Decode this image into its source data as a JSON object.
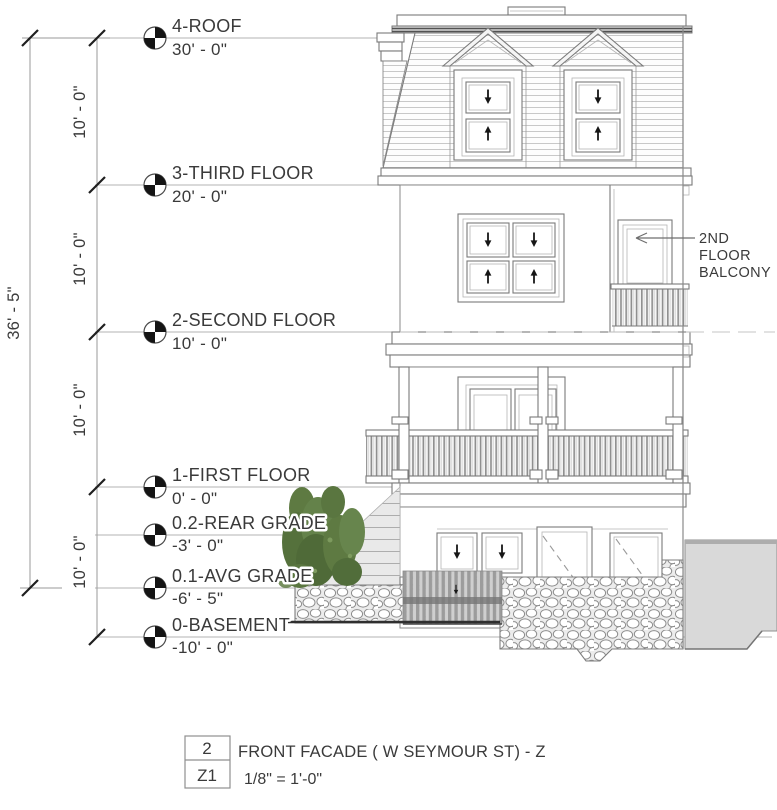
{
  "drawing": {
    "levels": [
      {
        "name": "4-ROOF",
        "elevation": "30' - 0\""
      },
      {
        "name": "3-THIRD FLOOR",
        "elevation": "20' - 0\""
      },
      {
        "name": "2-SECOND FLOOR",
        "elevation": "10' - 0\""
      },
      {
        "name": "1-FIRST FLOOR",
        "elevation": "0' - 0\""
      },
      {
        "name": "0.2-REAR GRADE",
        "elevation": "-3' - 0\""
      },
      {
        "name": "0.1-AVG GRADE",
        "elevation": "-6' - 5\""
      },
      {
        "name": "0-BASEMENT",
        "elevation": "-10' - 0\""
      }
    ],
    "dimensions": {
      "overall": "36' - 5\"",
      "floor_segments": [
        "10' - 0\"",
        "10' - 0\"",
        "10' - 0\"",
        "10' - 0\""
      ]
    },
    "callouts": {
      "balcony": {
        "lines": [
          "2ND",
          "FLOOR",
          "BALCONY"
        ]
      }
    }
  },
  "title_block": {
    "detail_number": "2",
    "sheet_number": "Z1",
    "view_title": "FRONT FACADE ( W SEYMOUR ST) - Z",
    "scale": "1/8\" = 1'-0\""
  },
  "colors": {
    "foliage": "#5e7a42",
    "drawing_line": "#7a7a7a",
    "neighbor_fill": "#d9d9d9",
    "text": "#3a3a3a"
  }
}
